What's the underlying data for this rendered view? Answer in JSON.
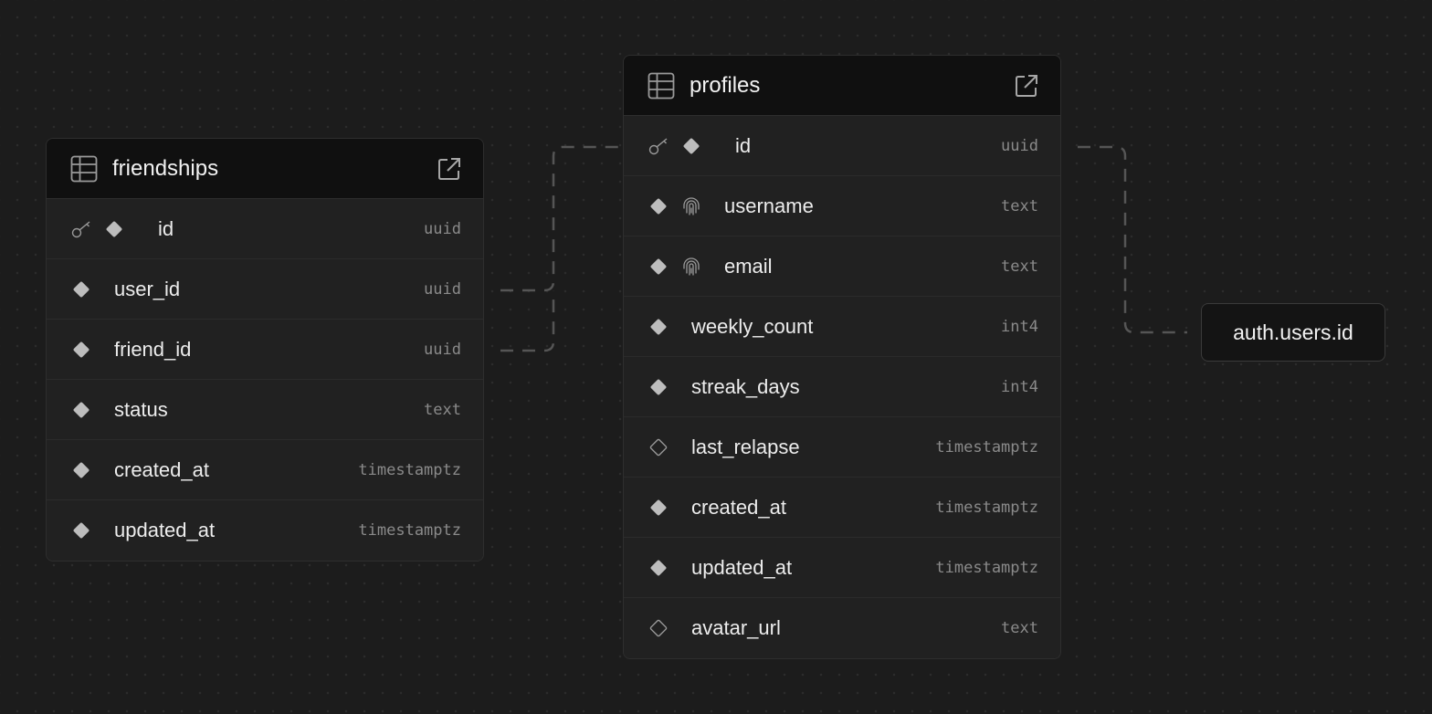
{
  "tables": [
    {
      "name": "friendships",
      "columns": [
        {
          "name": "id",
          "type": "uuid",
          "primary_key": true,
          "nullable": false,
          "unique": false
        },
        {
          "name": "user_id",
          "type": "uuid",
          "primary_key": false,
          "nullable": false,
          "unique": false
        },
        {
          "name": "friend_id",
          "type": "uuid",
          "primary_key": false,
          "nullable": false,
          "unique": false
        },
        {
          "name": "status",
          "type": "text",
          "primary_key": false,
          "nullable": false,
          "unique": false
        },
        {
          "name": "created_at",
          "type": "timestamptz",
          "primary_key": false,
          "nullable": false,
          "unique": false
        },
        {
          "name": "updated_at",
          "type": "timestamptz",
          "primary_key": false,
          "nullable": false,
          "unique": false
        }
      ]
    },
    {
      "name": "profiles",
      "columns": [
        {
          "name": "id",
          "type": "uuid",
          "primary_key": true,
          "nullable": false,
          "unique": false
        },
        {
          "name": "username",
          "type": "text",
          "primary_key": false,
          "nullable": false,
          "unique": true
        },
        {
          "name": "email",
          "type": "text",
          "primary_key": false,
          "nullable": false,
          "unique": true
        },
        {
          "name": "weekly_count",
          "type": "int4",
          "primary_key": false,
          "nullable": false,
          "unique": false
        },
        {
          "name": "streak_days",
          "type": "int4",
          "primary_key": false,
          "nullable": false,
          "unique": false
        },
        {
          "name": "last_relapse",
          "type": "timestamptz",
          "primary_key": false,
          "nullable": true,
          "unique": false
        },
        {
          "name": "created_at",
          "type": "timestamptz",
          "primary_key": false,
          "nullable": false,
          "unique": false
        },
        {
          "name": "updated_at",
          "type": "timestamptz",
          "primary_key": false,
          "nullable": false,
          "unique": false
        },
        {
          "name": "avatar_url",
          "type": "text",
          "primary_key": false,
          "nullable": true,
          "unique": false
        }
      ]
    }
  ],
  "external_node": {
    "label": "auth.users.id"
  },
  "relations": [
    {
      "from": "friendships.user_id",
      "to": "profiles.id"
    },
    {
      "from": "friendships.friend_id",
      "to": "profiles.id"
    },
    {
      "from": "profiles.id",
      "to": "auth.users.id"
    }
  ],
  "icons": {
    "table": "table-icon",
    "open": "external-link-icon",
    "primary_key": "key-icon",
    "non_nullable": "filled-diamond-icon",
    "nullable": "outline-diamond-icon",
    "unique": "fingerprint-icon"
  },
  "colors": {
    "background": "#1c1c1c",
    "header": "#101010",
    "row": "#212121",
    "edge": "#555555",
    "type_text": "#8a8a8a"
  }
}
